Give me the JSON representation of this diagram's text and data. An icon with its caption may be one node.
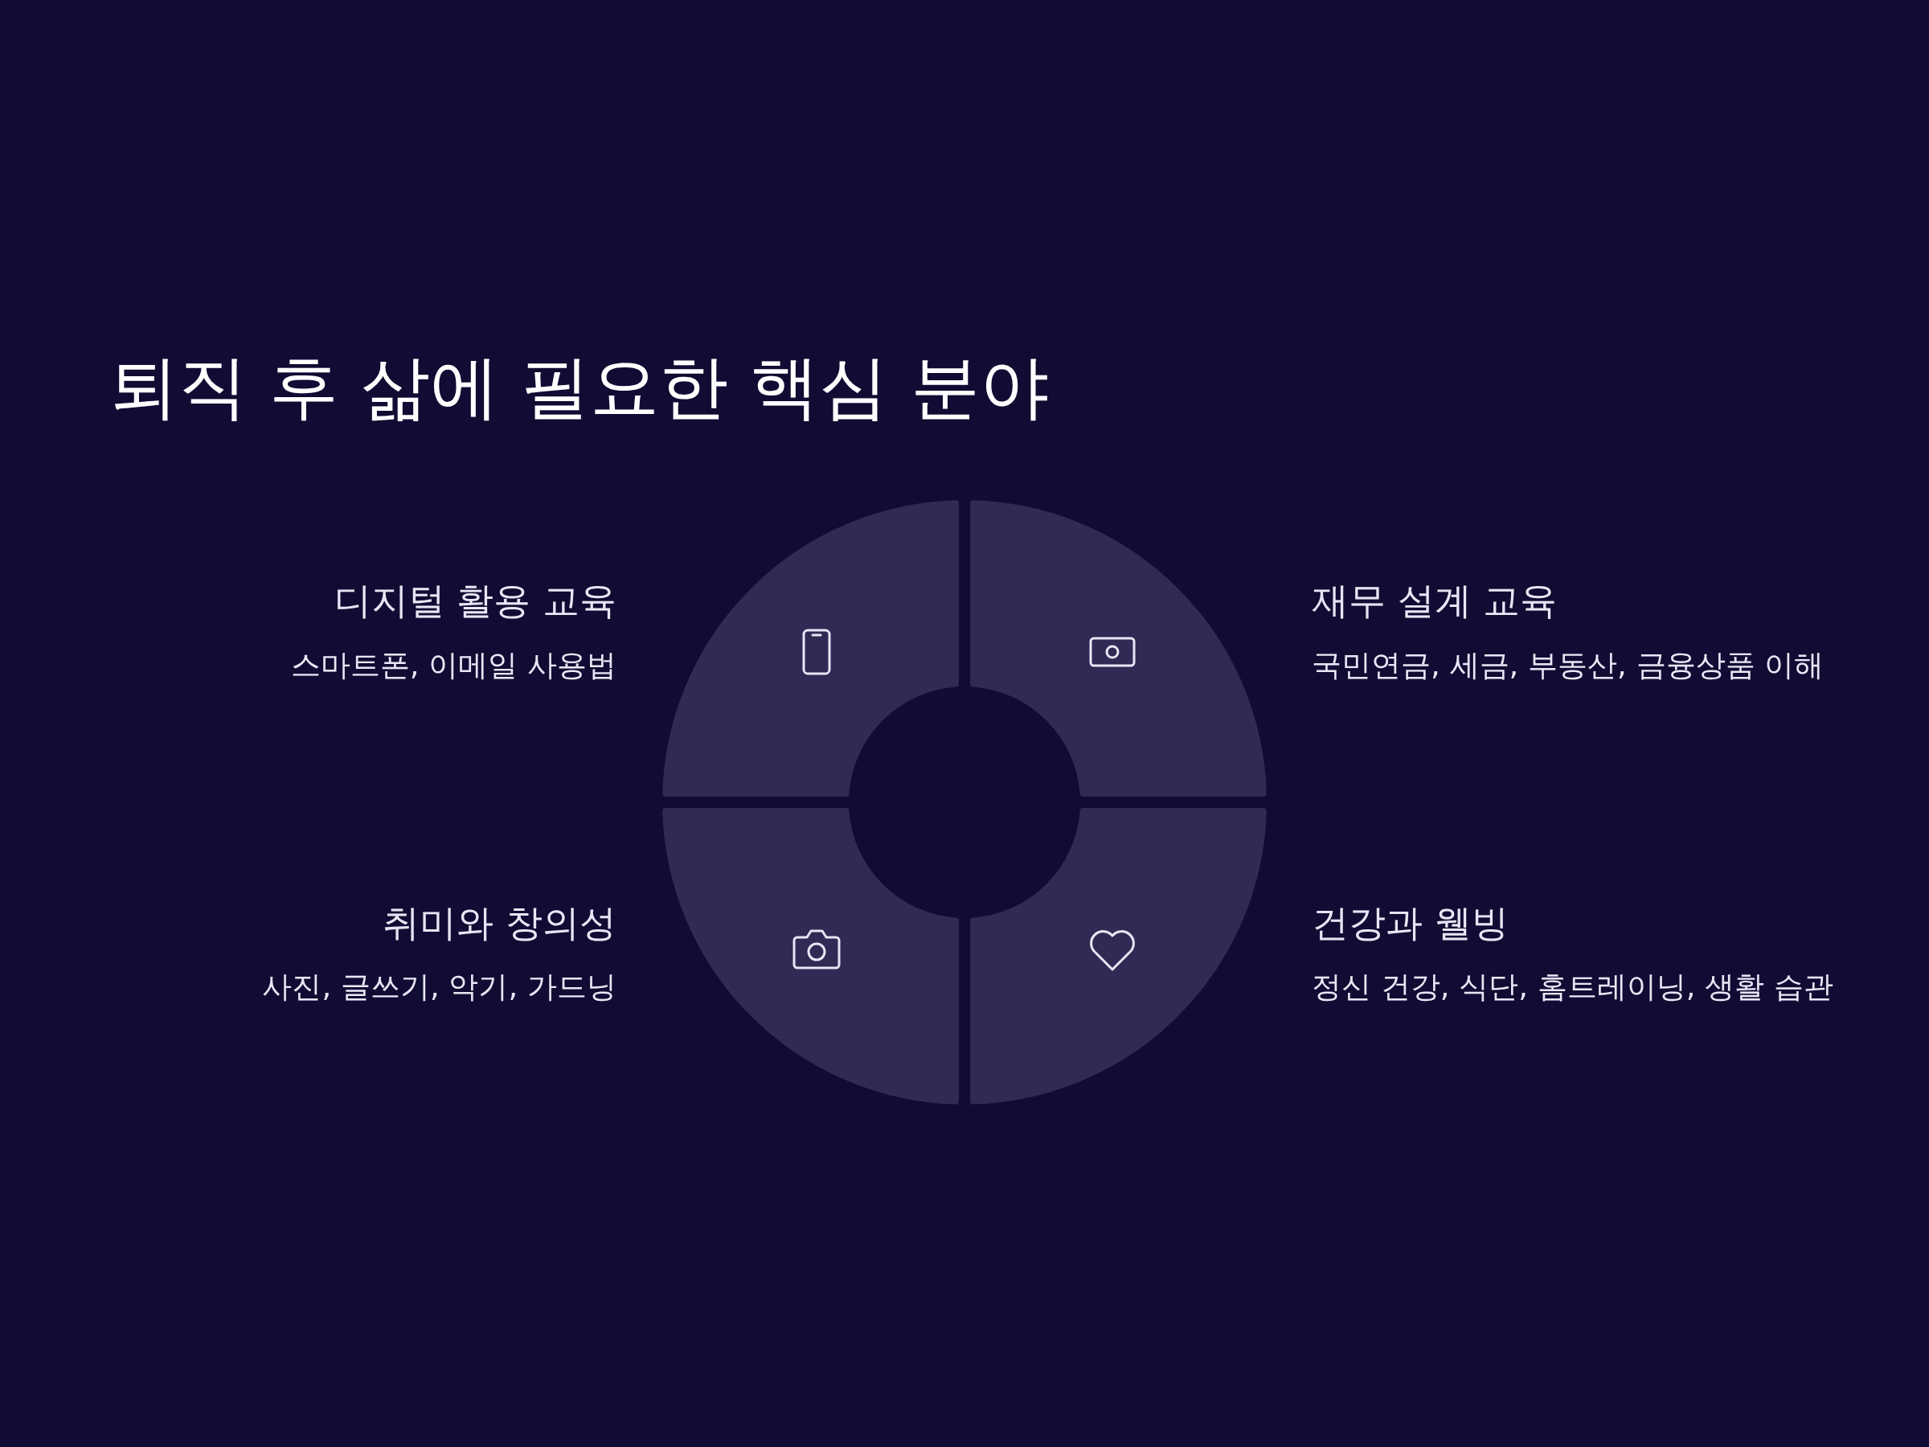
{
  "diagram": {
    "title": "퇴직 후 삶에 필요한 핵심 분야",
    "labels": [
      "디지털 활용 교육",
      "스마트폰, 이메일 사용법",
      "재무 설계 교육",
      "국민연금, 세금, 부동산, 금융상품 이해",
      "취미와 창의성",
      "사진, 글쓰기, 악기, 가드닝",
      "건강과 웰빙",
      "정신 건강, 식단, 홈트레이닝, 생활 습관"
    ]
  }
}
